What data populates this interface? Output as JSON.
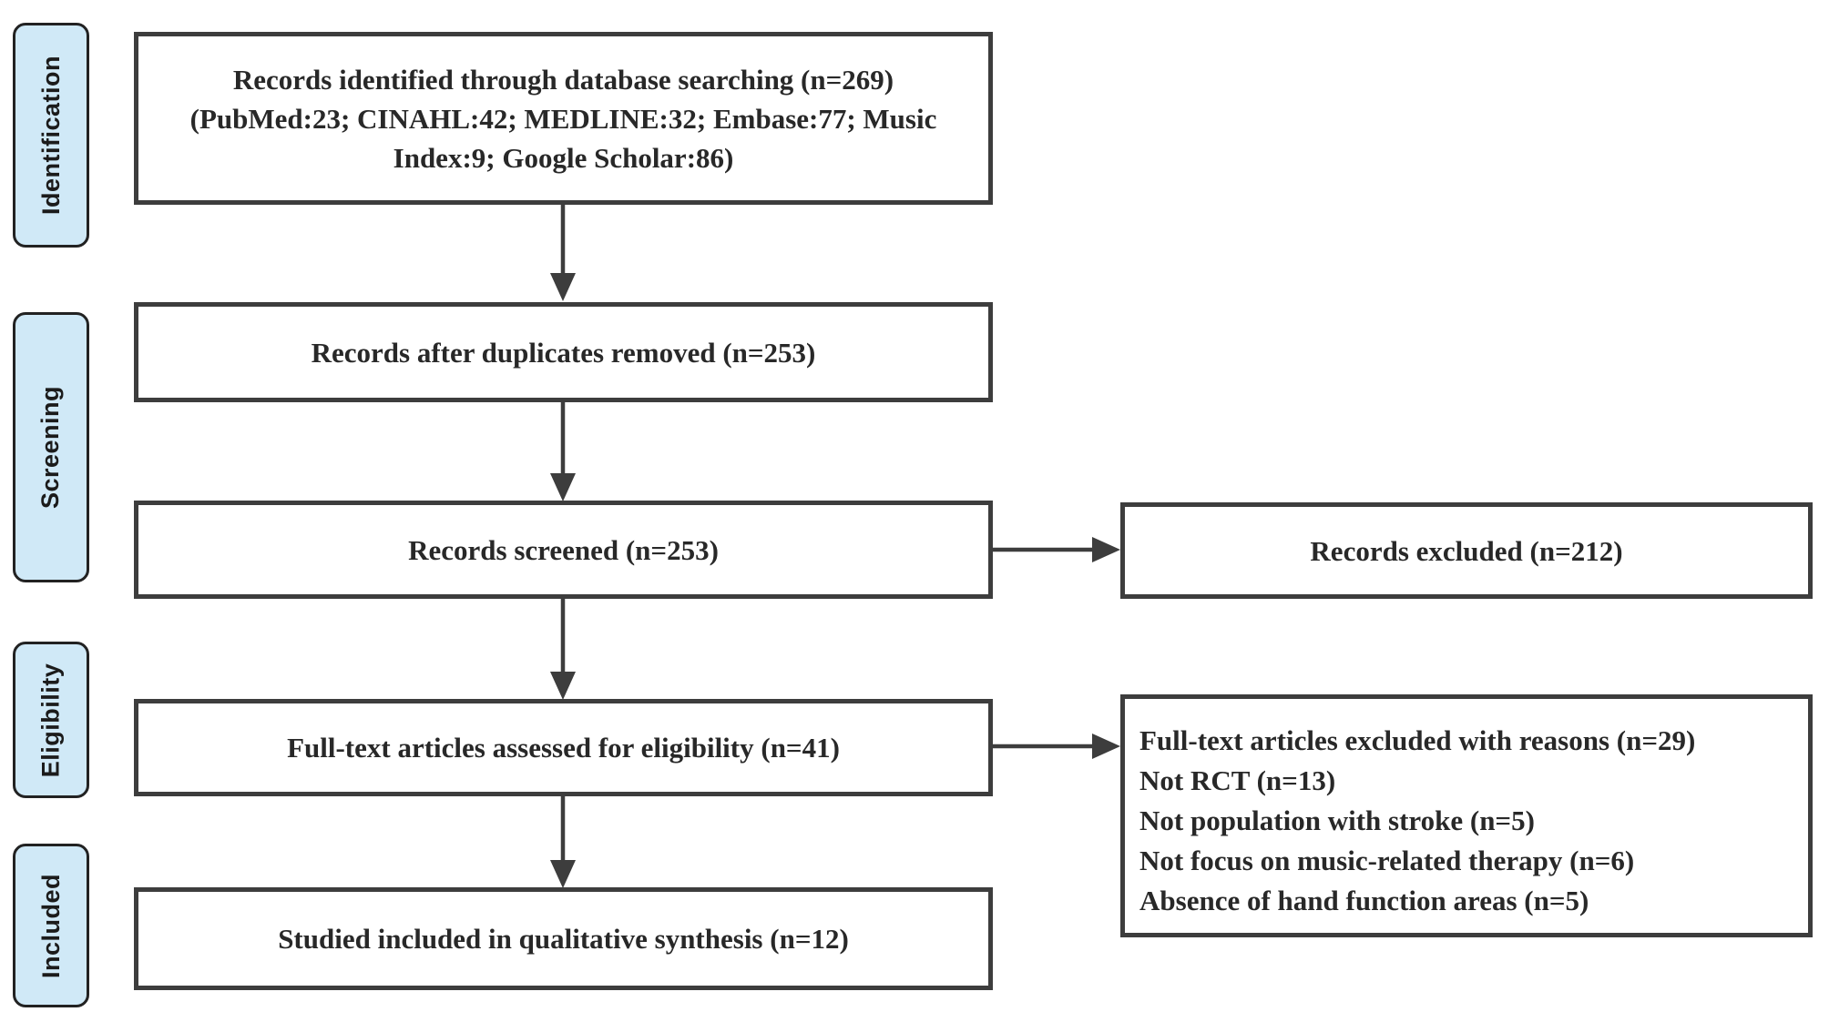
{
  "stages": [
    {
      "label": "Identification"
    },
    {
      "label": "Screening"
    },
    {
      "label": "Eligibility"
    },
    {
      "label": "Included"
    }
  ],
  "boxes": {
    "identified": {
      "lines": [
        "Records identified through database searching (n=269)",
        "(PubMed:23; CINAHL:42; MEDLINE:32; Embase:77; Music",
        "Index:9; Google Scholar:86)"
      ]
    },
    "duplicates_removed": {
      "text": "Records after duplicates removed (n=253)"
    },
    "screened": {
      "text": "Records screened (n=253)"
    },
    "records_excluded": {
      "text": "Records excluded (n=212)"
    },
    "fulltext_assessed": {
      "text": "Full-text articles assessed for eligibility (n=41)"
    },
    "fulltext_excluded": {
      "lines": [
        "Full-text articles excluded with reasons (n=29)",
        "Not RCT (n=13)",
        "Not population with stroke (n=5)",
        "Not focus on music-related therapy (n=6)",
        "Absence of hand function areas (n=5)"
      ]
    },
    "included_synthesis": {
      "text": "Studied included in qualitative synthesis (n=12)"
    }
  },
  "colors": {
    "stage-fill": "#d0e9f7",
    "stage-border": "#222222",
    "box-border": "#3d3d3d",
    "box-fill": "#ffffff",
    "text": "#282828",
    "arrow": "#3d3d3d"
  }
}
